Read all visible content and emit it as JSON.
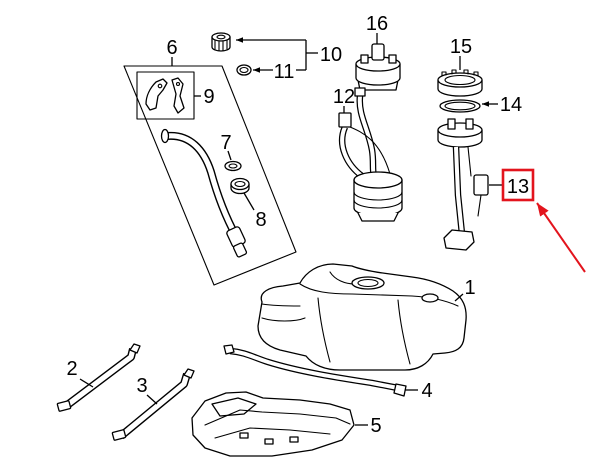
{
  "colors": {
    "line": "#000000",
    "background": "#ffffff",
    "highlight": "#e3141d"
  },
  "callouts": {
    "part_1": "1",
    "part_2": "2",
    "part_3": "3",
    "part_4": "4",
    "part_5": "5",
    "part_6": "6",
    "part_7": "7",
    "part_8": "8",
    "part_9": "9",
    "part_10": "10",
    "part_11": "11",
    "part_12": "12",
    "part_13": "13",
    "part_14": "14",
    "part_15": "15",
    "part_16": "16"
  }
}
